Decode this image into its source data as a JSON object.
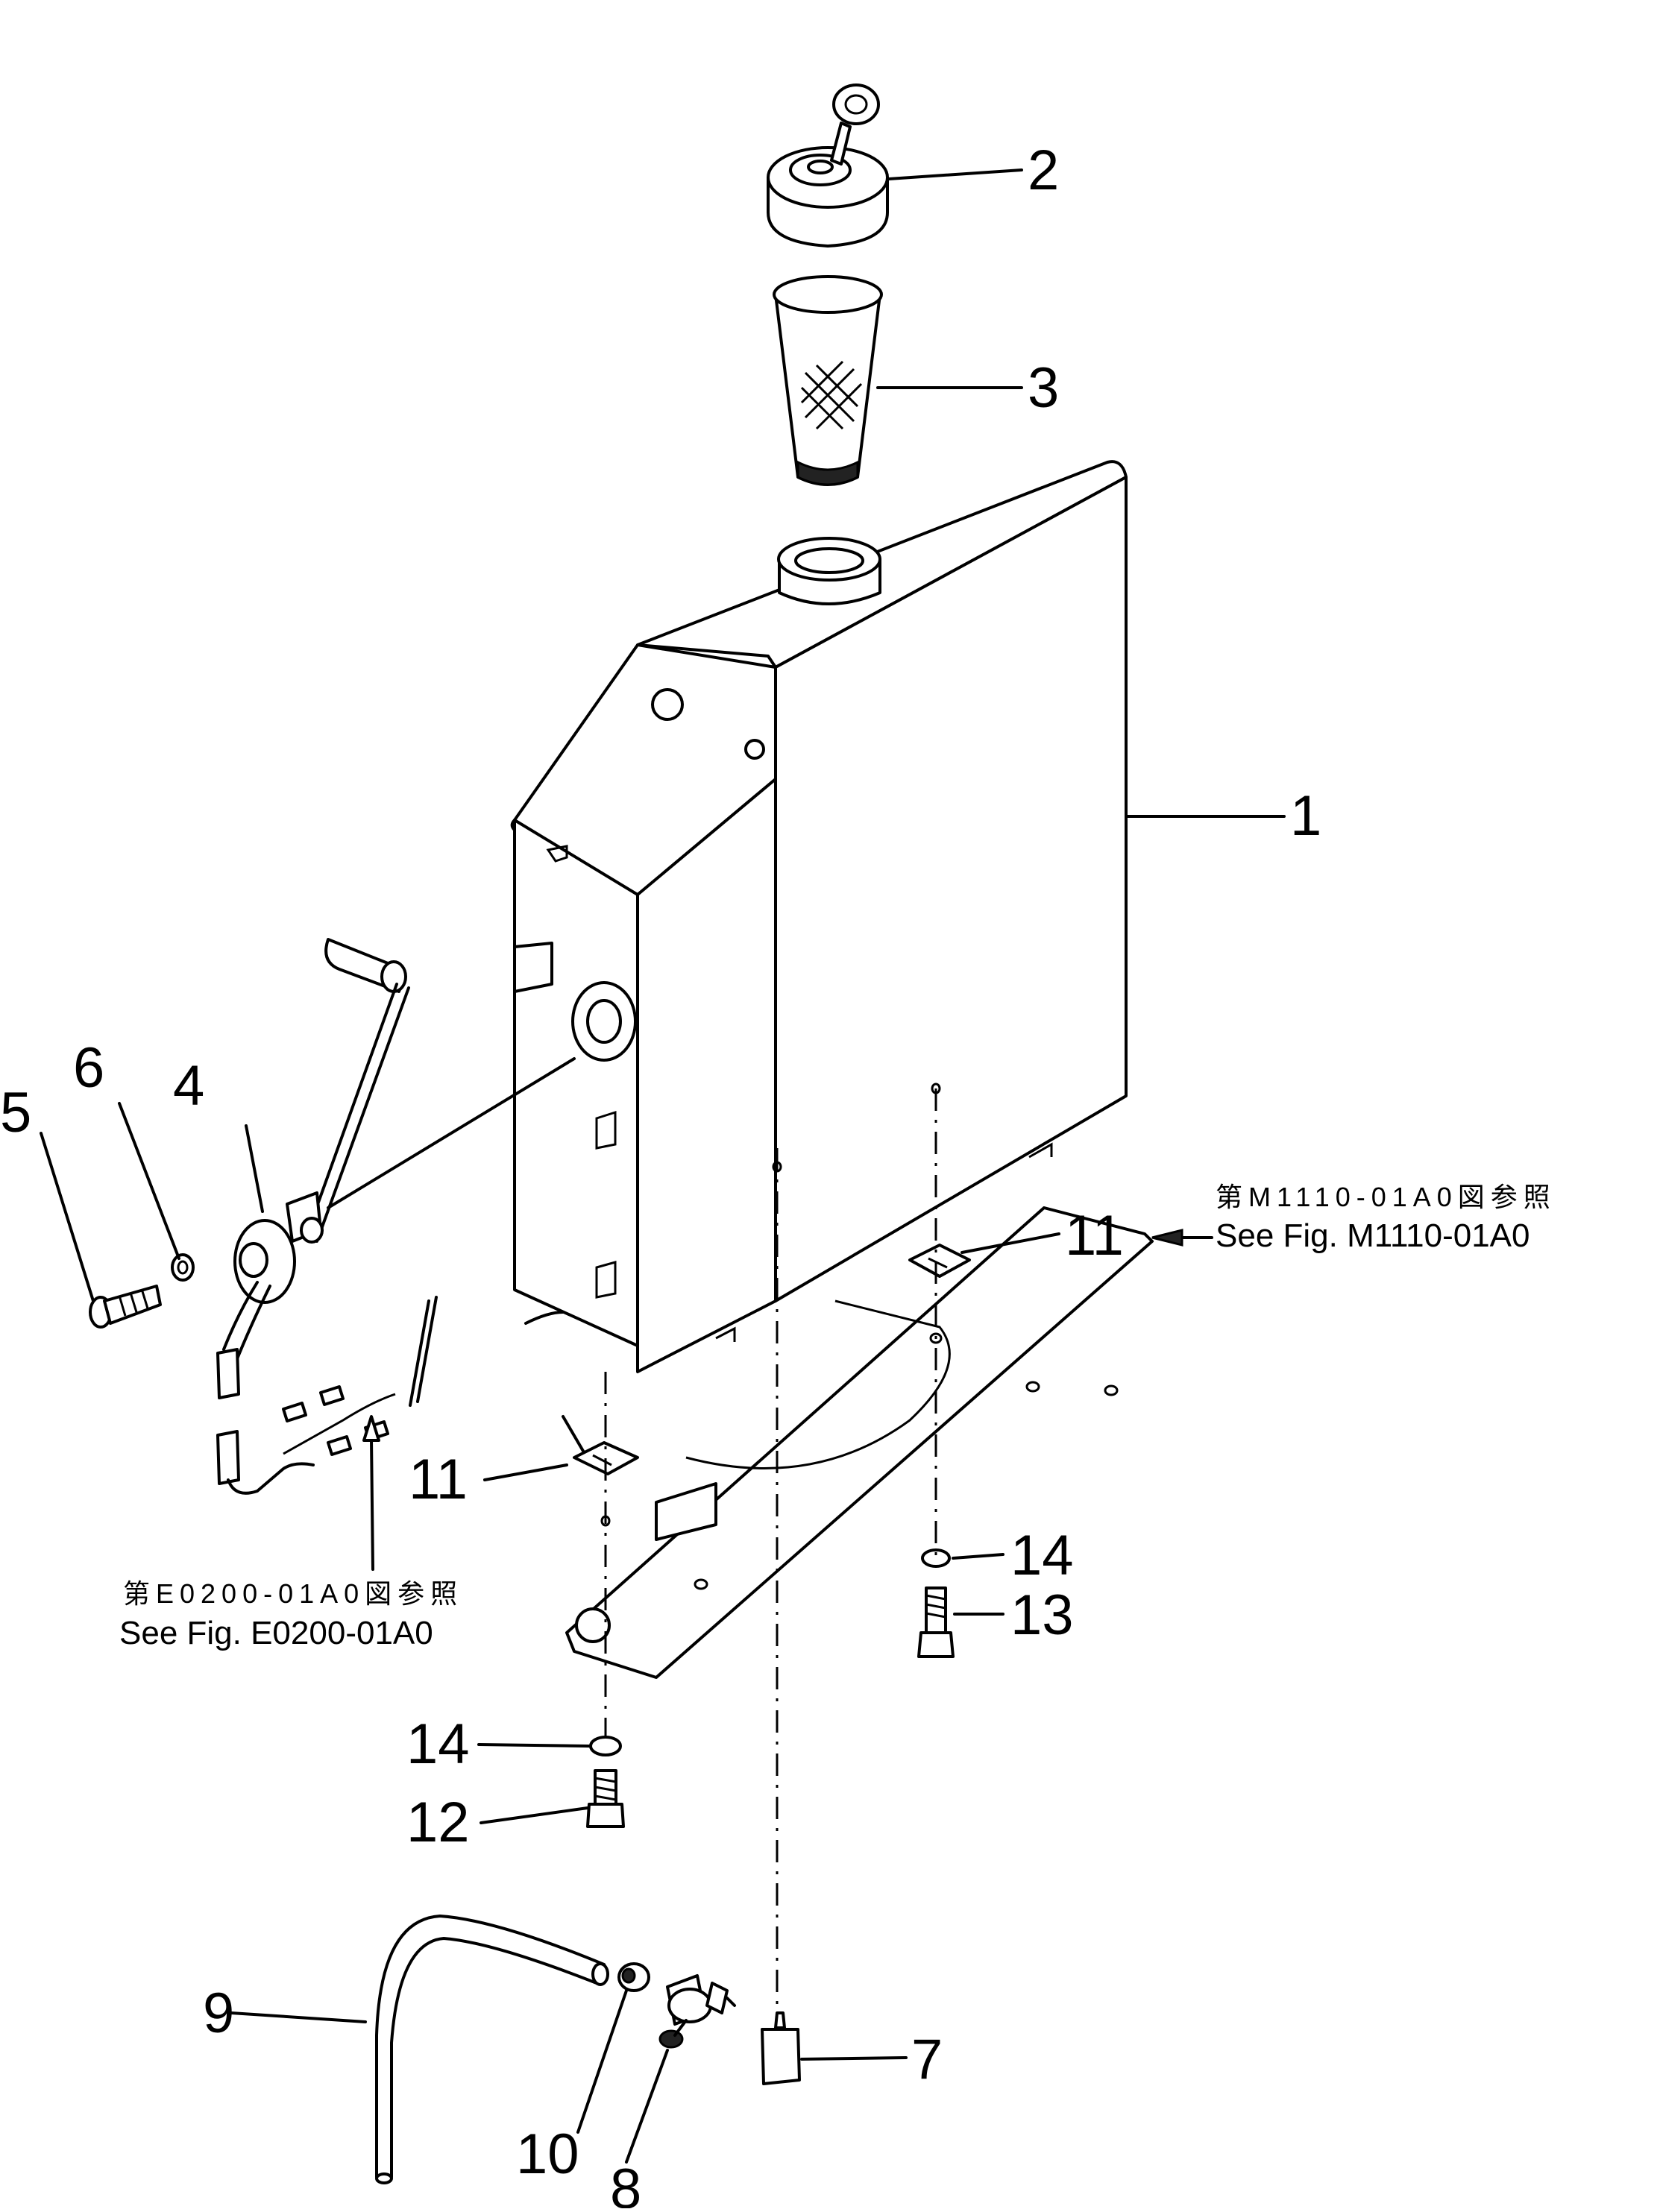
{
  "callouts": {
    "c1": "1",
    "c2": "2",
    "c3": "3",
    "c4": "4",
    "c5": "5",
    "c6": "6",
    "c7": "7",
    "c8": "8",
    "c9": "9",
    "c10": "10",
    "c11a": "11",
    "c11b": "11",
    "c12": "12",
    "c13": "13",
    "c14a": "14",
    "c14b": "14"
  },
  "references": {
    "m1110_jp": "第M1110-01A0図参照",
    "m1110_en": "See Fig. M1110-01A0",
    "e0200_jp": "第E0200-01A0図参照",
    "e0200_en": "See Fig. E0200-01A0"
  }
}
